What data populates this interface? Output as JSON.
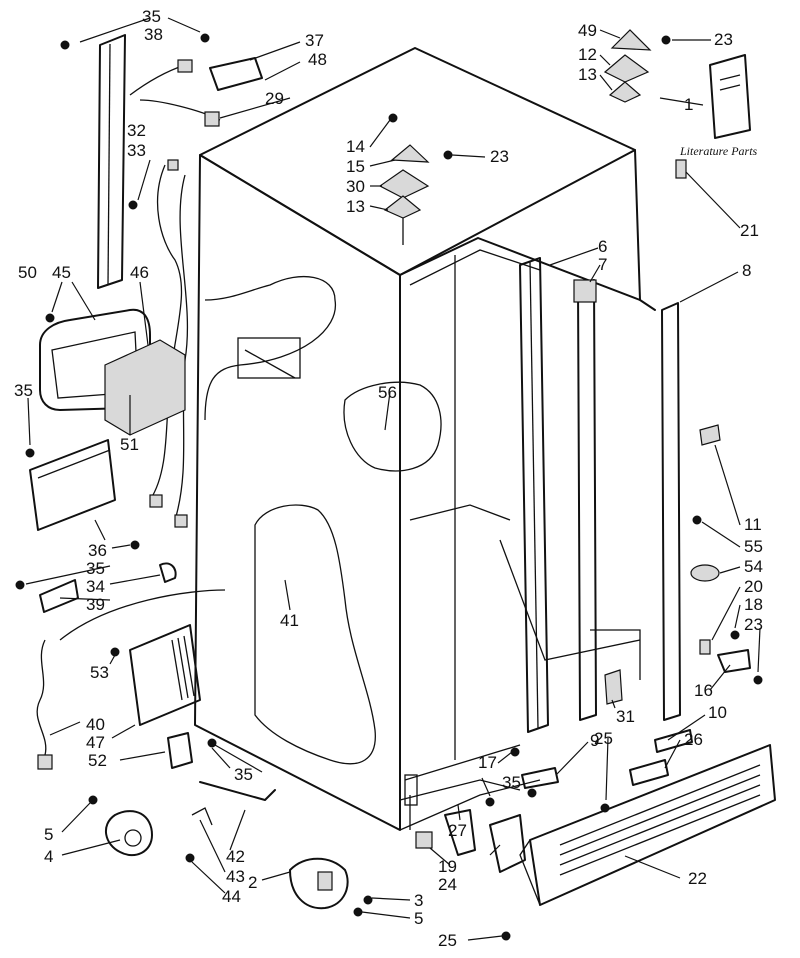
{
  "diagram": {
    "note": "Literature Parts",
    "callouts": {
      "c1": "1",
      "c2": "2",
      "c3": "3",
      "c4": "4",
      "c5a": "5",
      "c5b": "5",
      "c6": "6",
      "c7": "7",
      "c8": "8",
      "c9": "9",
      "c10": "10",
      "c11": "11",
      "c12": "12",
      "c13a": "13",
      "c13b": "13",
      "c14": "14",
      "c15": "15",
      "c16": "16",
      "c17": "17",
      "c18": "18",
      "c19": "19",
      "c20": "20",
      "c21": "21",
      "c22": "22",
      "c23a": "23",
      "c23b": "23",
      "c23c": "23",
      "c24": "24",
      "c25a": "25",
      "c25b": "25",
      "c26": "26",
      "c27": "27",
      "c29": "29",
      "c30": "30",
      "c31": "31",
      "c32": "32",
      "c33": "33",
      "c34": "34",
      "c35a": "35",
      "c35b": "35",
      "c35c": "35",
      "c35d": "35",
      "c35e": "35",
      "c36": "36",
      "c37": "37",
      "c38": "38",
      "c39": "39",
      "c40": "40",
      "c41": "41",
      "c42": "42",
      "c43": "43",
      "c44": "44",
      "c45": "45",
      "c46": "46",
      "c47": "47",
      "c48": "48",
      "c49": "49",
      "c50": "50",
      "c51": "51",
      "c52": "52",
      "c53": "53",
      "c54": "54",
      "c55": "55",
      "c56": "56"
    }
  }
}
